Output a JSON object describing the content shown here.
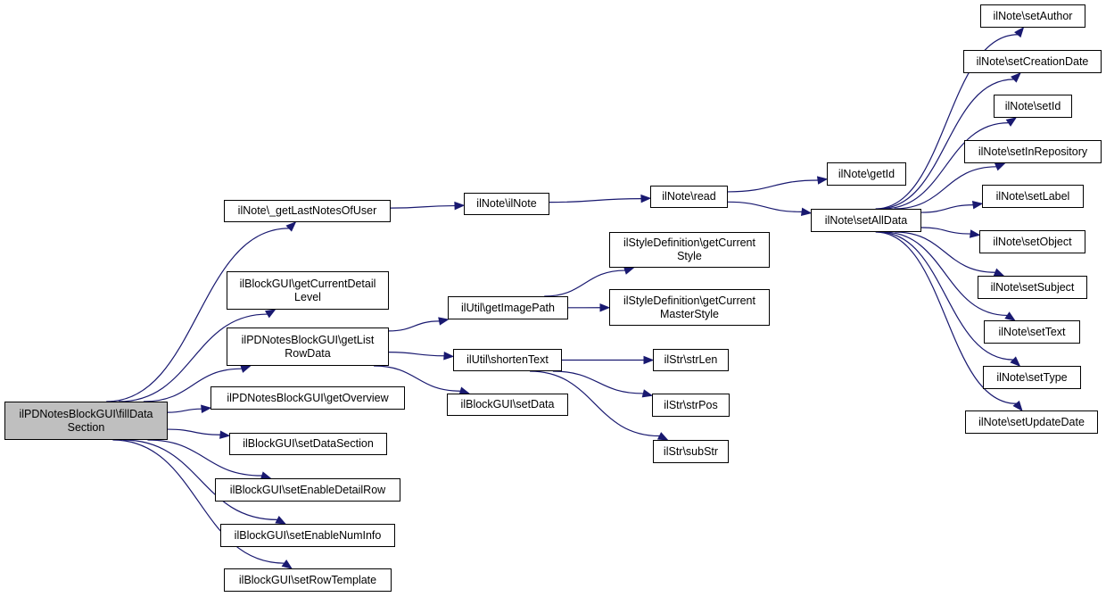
{
  "colors": {
    "edge": "#191970",
    "root_fill": "#bfbfbf",
    "node_fill": "#ffffff",
    "border": "#000000"
  },
  "nodes": {
    "root": [
      "ilPDNotesBlockGUI\\fillData",
      "Section"
    ],
    "last_notes": [
      "ilNote\\_getLastNotesOfUser"
    ],
    "cur_detail": [
      "ilBlockGUI\\getCurrentDetail",
      "Level"
    ],
    "list_row": [
      "ilPDNotesBlockGUI\\getList",
      "RowData"
    ],
    "overview": [
      "ilPDNotesBlockGUI\\getOverview"
    ],
    "set_data_section": [
      "ilBlockGUI\\setDataSection"
    ],
    "enable_detail": [
      "ilBlockGUI\\setEnableDetailRow"
    ],
    "enable_num": [
      "ilBlockGUI\\setEnableNumInfo"
    ],
    "row_template": [
      "ilBlockGUI\\setRowTemplate"
    ],
    "ilnote": [
      "ilNote\\ilNote"
    ],
    "image_path": [
      "ilUtil\\getImagePath"
    ],
    "shorten": [
      "ilUtil\\shortenText"
    ],
    "set_data": [
      "ilBlockGUI\\setData"
    ],
    "read": [
      "ilNote\\read"
    ],
    "cur_style": [
      "ilStyleDefinition\\getCurrent",
      "Style"
    ],
    "cur_master": [
      "ilStyleDefinition\\getCurrent",
      "MasterStyle"
    ],
    "strlen": [
      "ilStr\\strLen"
    ],
    "strpos": [
      "ilStr\\strPos"
    ],
    "substr": [
      "ilStr\\subStr"
    ],
    "get_id": [
      "ilNote\\getId"
    ],
    "set_all": [
      "ilNote\\setAllData"
    ],
    "set_author": [
      "ilNote\\setAuthor"
    ],
    "set_creation": [
      "ilNote\\setCreationDate"
    ],
    "set_id": [
      "ilNote\\setId"
    ],
    "set_repo": [
      "ilNote\\setInRepository"
    ],
    "set_label": [
      "ilNote\\setLabel"
    ],
    "set_object": [
      "ilNote\\setObject"
    ],
    "set_subject": [
      "ilNote\\setSubject"
    ],
    "set_text": [
      "ilNote\\setText"
    ],
    "set_type": [
      "ilNote\\setType"
    ],
    "set_update": [
      "ilNote\\setUpdateDate"
    ]
  },
  "edges": [
    [
      "root",
      "last_notes"
    ],
    [
      "root",
      "cur_detail"
    ],
    [
      "root",
      "list_row"
    ],
    [
      "root",
      "overview"
    ],
    [
      "root",
      "set_data_section"
    ],
    [
      "root",
      "enable_detail"
    ],
    [
      "root",
      "enable_num"
    ],
    [
      "root",
      "row_template"
    ],
    [
      "last_notes",
      "ilnote"
    ],
    [
      "ilnote",
      "read"
    ],
    [
      "read",
      "get_id"
    ],
    [
      "read",
      "set_all"
    ],
    [
      "list_row",
      "image_path"
    ],
    [
      "list_row",
      "shorten"
    ],
    [
      "list_row",
      "set_data"
    ],
    [
      "image_path",
      "cur_style"
    ],
    [
      "image_path",
      "cur_master"
    ],
    [
      "shorten",
      "strlen"
    ],
    [
      "shorten",
      "strpos"
    ],
    [
      "shorten",
      "substr"
    ],
    [
      "set_all",
      "set_author"
    ],
    [
      "set_all",
      "set_creation"
    ],
    [
      "set_all",
      "set_id"
    ],
    [
      "set_all",
      "set_repo"
    ],
    [
      "set_all",
      "set_label"
    ],
    [
      "set_all",
      "set_object"
    ],
    [
      "set_all",
      "set_subject"
    ],
    [
      "set_all",
      "set_text"
    ],
    [
      "set_all",
      "set_type"
    ],
    [
      "set_all",
      "set_update"
    ]
  ]
}
